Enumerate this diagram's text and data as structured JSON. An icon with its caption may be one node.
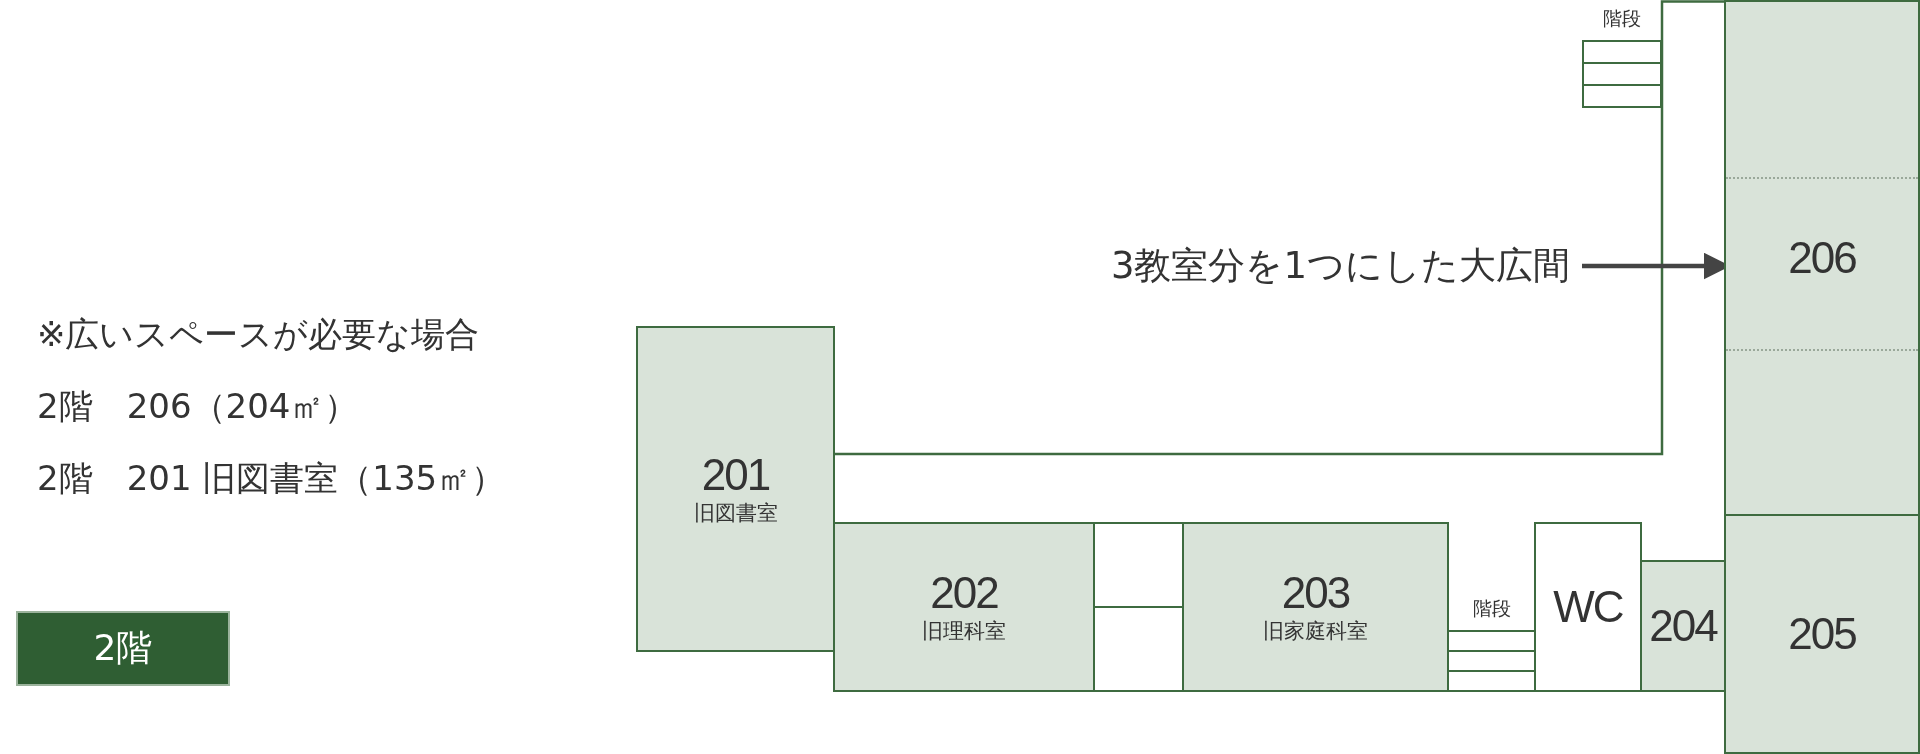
{
  "diagram": {
    "nodes": [
      {
        "text": [
          "階段"
        ]
      },
      {
        "text": [
          "206"
        ]
      },
      {
        "text": [
          "3教室分を1つにした大広間"
        ]
      },
      {
        "text": [
          "2階"
        ]
      },
      {
        "text": [
          "201",
          "旧図書室"
        ]
      },
      {
        "text": [
          "202",
          "旧理科室"
        ]
      },
      {
        "text": [],
        "shape": "box"
      },
      {
        "text": [],
        "shape": "box"
      },
      {
        "text": [
          "203",
          "旧家庭科室"
        ]
      },
      {
        "text": [
          "階段"
        ]
      },
      {
        "text": [
          "WC"
        ]
      },
      {
        "text": [
          "204"
        ]
      },
      {
        "text": [
          "205"
        ]
      }
    ],
    "edges": [
      {
        "from": 2,
        "to": 1,
        "arrow": "to"
      }
    ],
    "labels": [
      "※広いスペースが必要な場合",
      "2階　206（204㎡）",
      "2階　201 旧図書室（135㎡）"
    ]
  }
}
